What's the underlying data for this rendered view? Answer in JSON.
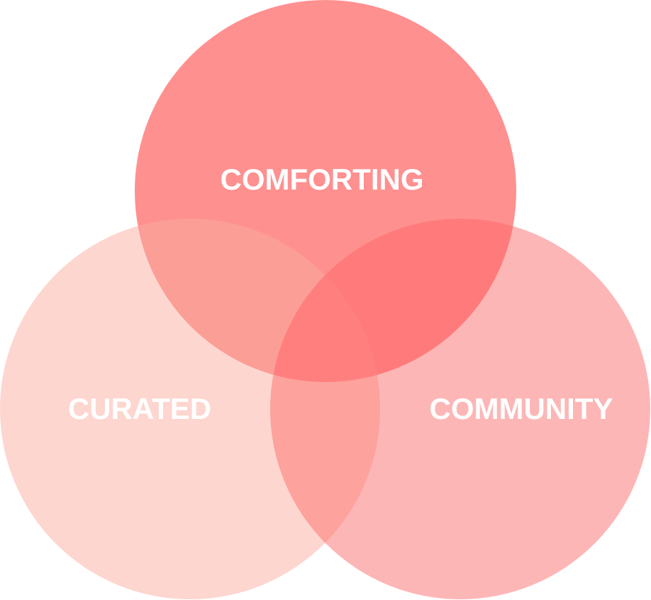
{
  "diagram": {
    "type": "venn",
    "sets": [
      {
        "id": "comforting",
        "label": "COMFORTING",
        "color": "#FF9090"
      },
      {
        "id": "curated",
        "label": "CURATED",
        "color": "#FDD6CF"
      },
      {
        "id": "community",
        "label": "COMMUNITY",
        "color": "#FDB6B6"
      }
    ],
    "overlap_colors": {
      "comforting_curated": "#FB9E96",
      "comforting_community": "#FF7B7B",
      "curated_community": "#FDA29C",
      "all": "#FF7F7F"
    }
  }
}
